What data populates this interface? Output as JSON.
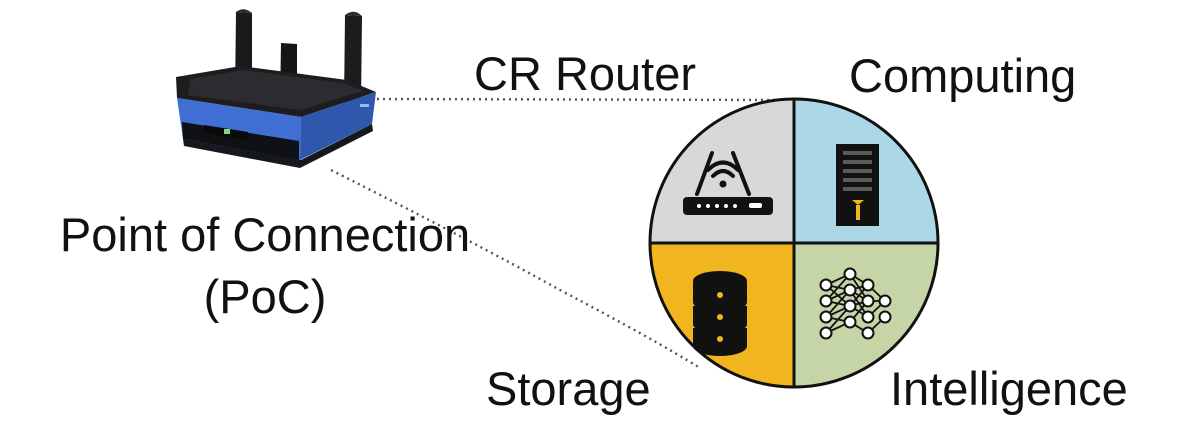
{
  "labels": {
    "cr_router": "CR Router",
    "computing": "Computing",
    "storage": "Storage",
    "intelligence": "Intelligence",
    "poc_line1": "Point of Connection",
    "poc_line2": "(PoC)"
  },
  "quadrants": {
    "router": {
      "icon": "wifi-router-icon",
      "fill": "#d8d8d8"
    },
    "computing": {
      "icon": "server-tower-icon",
      "fill": "#abd7e6"
    },
    "storage": {
      "icon": "database-icon",
      "fill": "#f0b51f"
    },
    "intelligence": {
      "icon": "neural-network-icon",
      "fill": "#c6d5a5"
    }
  },
  "router_device": {
    "icon": "physical-wifi-router-icon",
    "accent": "#3f6fd3"
  },
  "connectors": {
    "style": "dotted",
    "color": "#555555"
  }
}
